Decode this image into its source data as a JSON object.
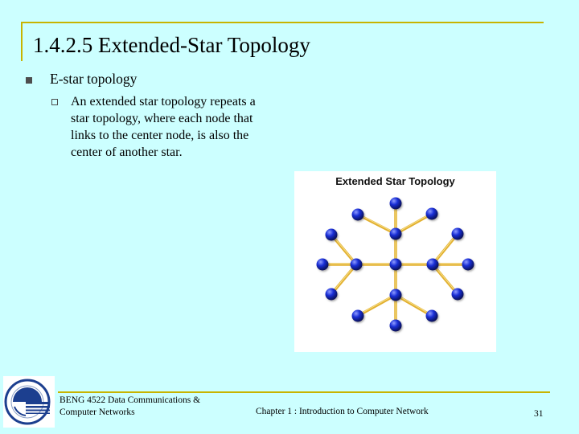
{
  "slide": {
    "title": "1.4.2.5 Extended-Star Topology",
    "bullets": [
      {
        "text": "E-star topology",
        "sub": "An extended star topology repeats a star topology, where each node that links to the center node, is also the center of another star."
      }
    ]
  },
  "figure": {
    "title": "Extended Star Topology",
    "node_color": "#1a2fd6",
    "link_color": "#e2b030"
  },
  "footer": {
    "course_line1": "BENG 4522 Data Communications &",
    "course_line2": "Computer Networks",
    "chapter": "Chapter 1 : Introduction to Computer Network",
    "page_number": "31"
  },
  "colors": {
    "background": "#ccffff",
    "accent_rule": "#c8b400"
  }
}
